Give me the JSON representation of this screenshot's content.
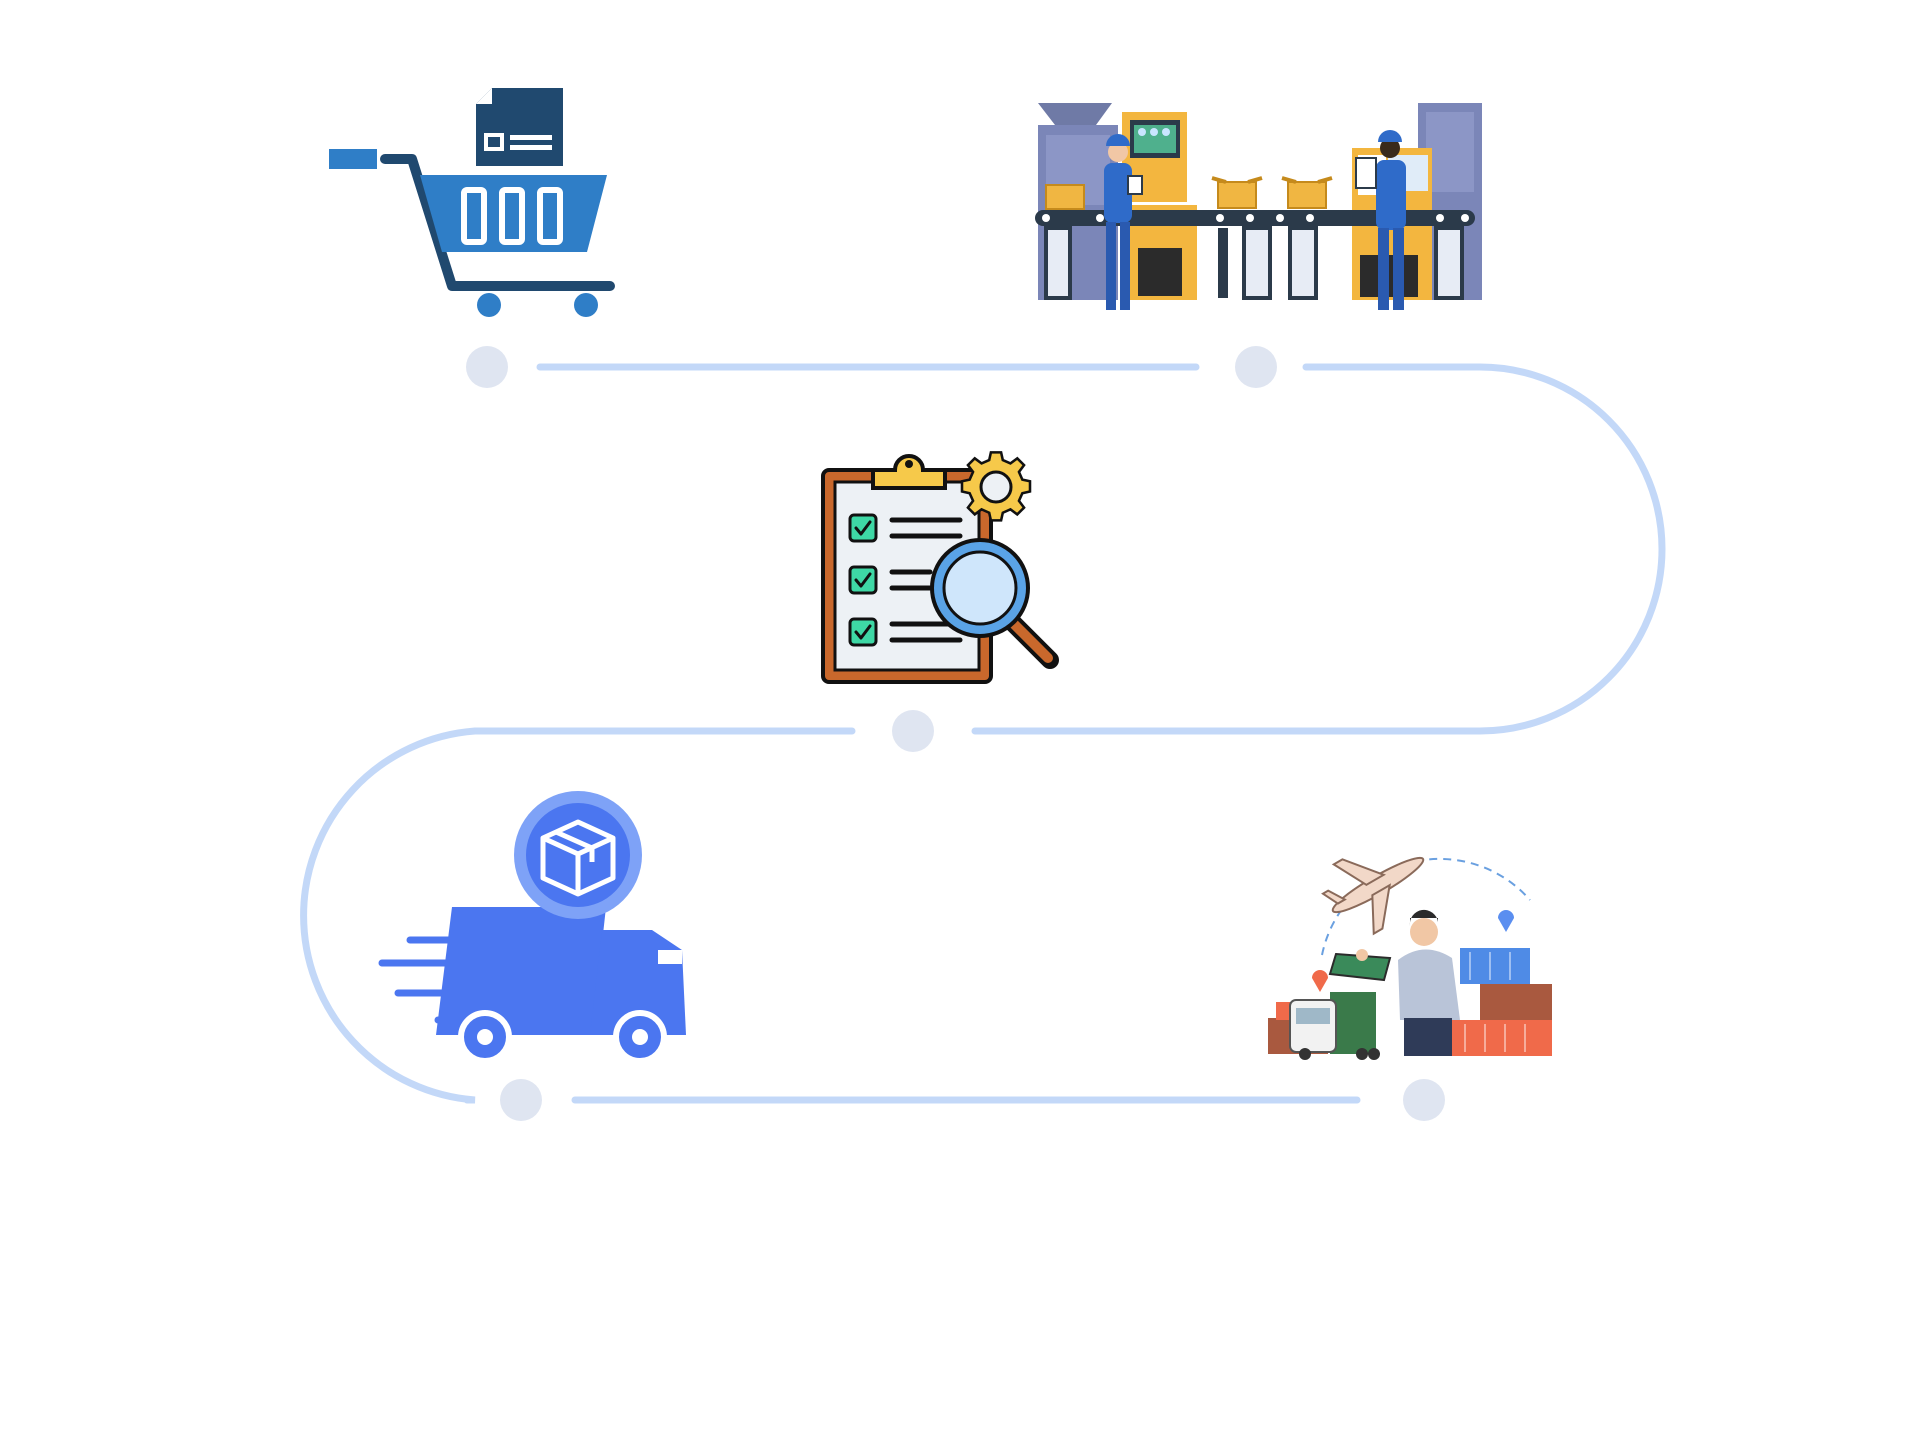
{
  "diagram": {
    "title": "",
    "colors": {
      "track": "#c3d8f8",
      "node": "#dfe5f1",
      "cart_dark": "#20496f",
      "cart_blue": "#2f7ec7",
      "truck": "#4b76f0",
      "truck_light": "#7ea2f7",
      "clipboard_frame": "#c9682c",
      "gear": "#f6c94a",
      "check": "#3ed8a5"
    },
    "steps": [
      {
        "id": "order",
        "icon": "shopping-cart-icon",
        "label": ""
      },
      {
        "id": "manufacturing",
        "icon": "factory-production-line-icon",
        "label": ""
      },
      {
        "id": "quality-check",
        "icon": "quality-checklist-icon",
        "label": ""
      },
      {
        "id": "logistics",
        "icon": "global-logistics-icon",
        "label": ""
      },
      {
        "id": "delivery",
        "icon": "delivery-truck-icon",
        "label": ""
      }
    ]
  }
}
